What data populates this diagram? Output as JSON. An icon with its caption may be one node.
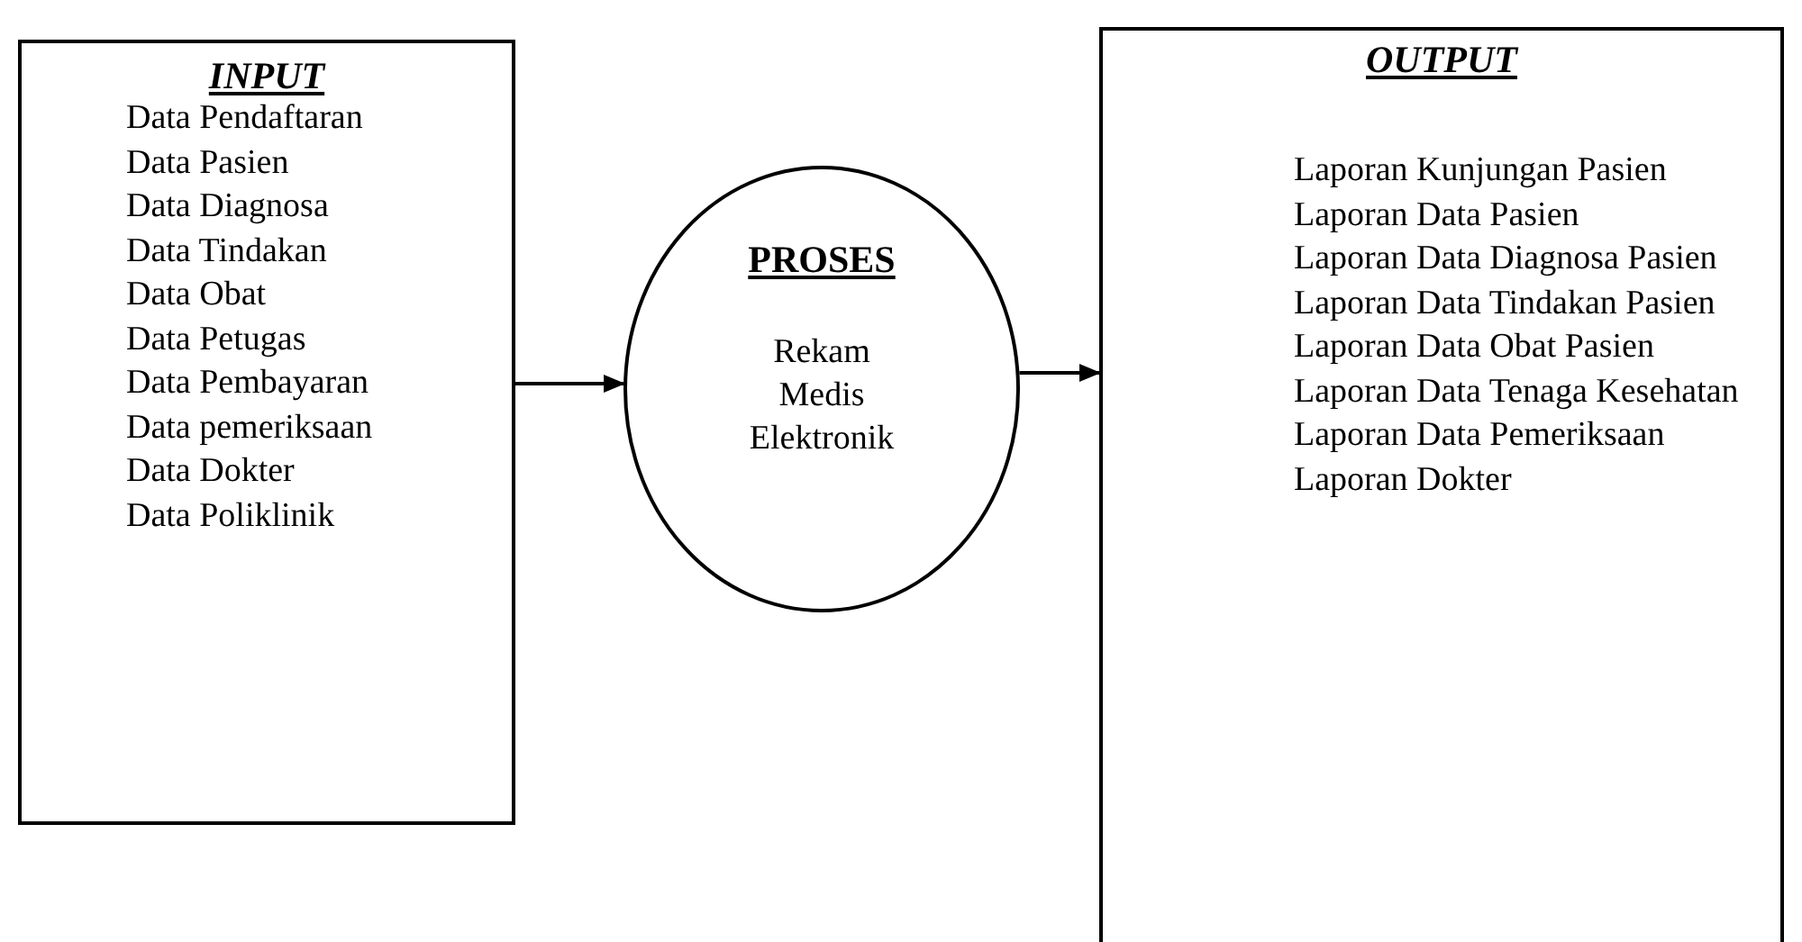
{
  "diagram": {
    "nodes": [
      {
        "text": [
          "INPUT",
          "Data Pendaftaran",
          "Data Pasien",
          "Data Diagnosa",
          "Data Tindakan",
          "Data Obat",
          "Data Petugas",
          "Data Pembayaran",
          "Data pemeriksaan",
          "Data Dokter",
          "Data Poliklinik"
        ]
      },
      {
        "text": [
          "PROSES",
          "Rekam Medis Elektronik"
        ]
      },
      {
        "text": [
          "OUTPUT",
          "Laporan Kunjungan Pasien",
          "Laporan Data Pasien",
          "Laporan Data Diagnosa Pasien",
          "Laporan Data Tindakan Pasien",
          "Laporan Data Obat Pasien",
          "Laporan Data Tenaga Kesehatan",
          "Laporan Data Pemeriksaan",
          "Laporan Dokter"
        ]
      }
    ],
    "edges": [
      {
        "from": 0,
        "to": 1,
        "arrow": "to"
      },
      {
        "from": 1,
        "to": 2,
        "arrow": "to"
      }
    ]
  }
}
